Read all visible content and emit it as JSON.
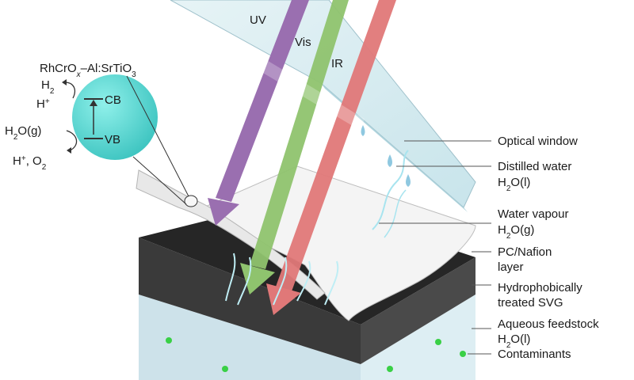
{
  "beams": {
    "uv": "UV",
    "vis": "Vis",
    "ir": "IR"
  },
  "catalyst": {
    "name_a": "RhCrO",
    "name_sub": "x",
    "name_b": "–Al:SrTiO",
    "name_sub2": "3",
    "h2_a": "H",
    "h2_sub": "2",
    "hplus_a": "H",
    "hplus_sup": "+",
    "cb": "CB",
    "vb": "VB",
    "water_gas": "H",
    "water_gas_sub": "2",
    "water_gas_b": "O(g)",
    "products_a": "H",
    "products_sup": "+",
    "products_b": ", O",
    "products_sub": "2"
  },
  "labels": {
    "optical_window": "Optical window",
    "distilled_1": "Distilled water",
    "distilled_2a": "H",
    "distilled_2sub": "2",
    "distilled_2b": "O(l)",
    "vapour_1": "Water vapour",
    "vapour_2a": "H",
    "vapour_2sub": "2",
    "vapour_2b": "O(g)",
    "pc_1": "PC/Nafion",
    "pc_2": "layer",
    "svg_1": "Hydrophobically",
    "svg_2": "treated SVG",
    "aq_1": "Aqueous feedstock",
    "aq_2a": "H",
    "aq_2sub": "2",
    "aq_2b": "O(l)",
    "contaminants": "Contaminants"
  },
  "colors": {
    "uv_beam": "#9a6fb0",
    "vis_beam": "#8fc36e",
    "ir_beam": "#e07878",
    "catalyst_sphere": "#5fd3cf",
    "window_glass": "#cfe8ee",
    "svg_layer": "#2c2c2c",
    "feedstock": "#d8eaf0",
    "contaminant_dot": "#39d046"
  }
}
